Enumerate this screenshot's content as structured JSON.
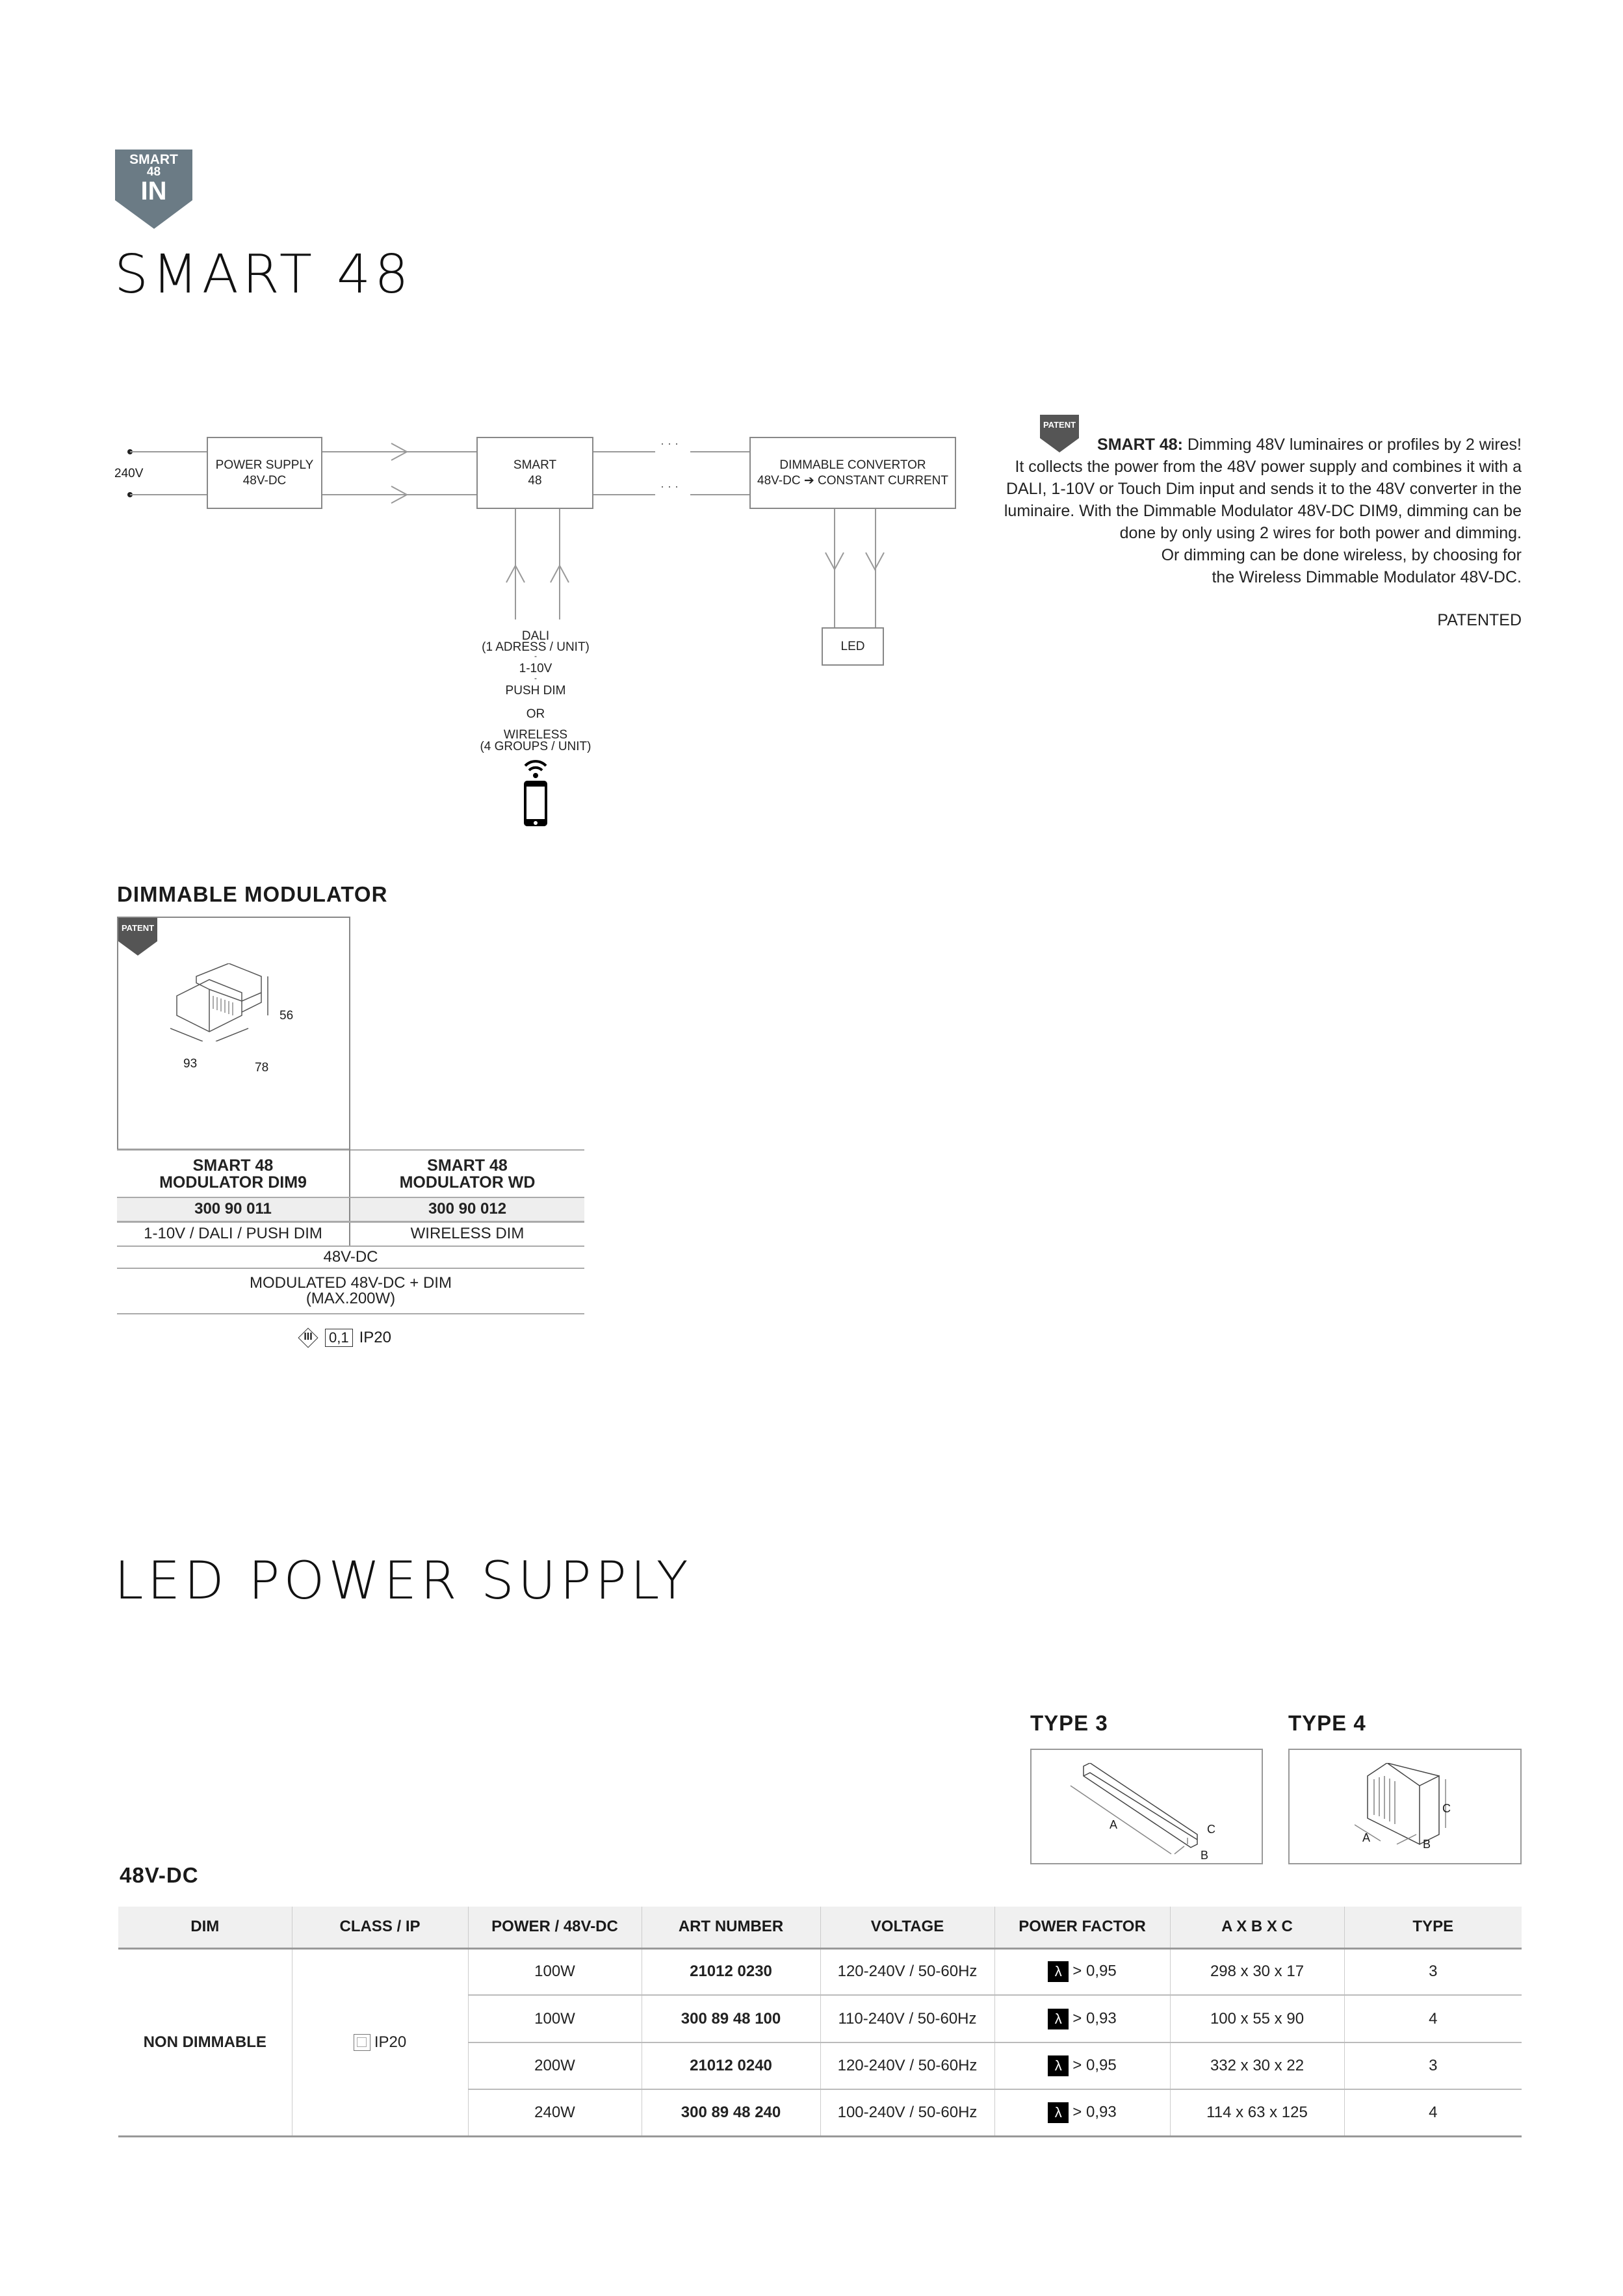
{
  "badge": {
    "line1": "SMART",
    "line2": "48",
    "line3": "IN"
  },
  "title": "SMART 48",
  "diagram": {
    "input": "240V",
    "power_supply": [
      "POWER SUPPLY",
      "48V-DC"
    ],
    "smart": [
      "SMART",
      "48"
    ],
    "ellipsis": "· · ·",
    "convertor": [
      "DIMMABLE CONVERTOR",
      "48V-DC ➔ CONSTANT CURRENT"
    ],
    "led": "LED",
    "inputs": [
      "DALI",
      "(1 ADRESS / UNIT)",
      "-",
      "1-10V",
      "-",
      "PUSH DIM",
      "OR",
      "WIRELESS",
      "(4 GROUPS / UNIT)"
    ]
  },
  "description": {
    "badge": "PATENT",
    "lead": "SMART 48:",
    "first": " Dimming 48V luminaires or profiles by 2 wires!",
    "lines": [
      "It collects the power from the 48V power supply and combines it with a",
      "DALI, 1-10V or Touch Dim input and sends it to the 48V converter in the",
      "luminaire. With the Dimmable Modulator 48V-DC DIM9, dimming can be",
      "done by only using 2 wires for both power and dimming.",
      "Or dimming can be done wireless, by choosing for",
      "the Wireless Dimmable Modulator 48V-DC."
    ],
    "patented": "PATENTED"
  },
  "modulator": {
    "heading": "DIMMABLE MODULATOR",
    "badge": "PATENT",
    "dims": {
      "h": "56",
      "w": "93",
      "d": "78"
    },
    "products": [
      {
        "name1": "SMART 48",
        "name2": "MODULATOR DIM9",
        "art": "300 90 011",
        "control": "1-10V / DALI / PUSH DIM"
      },
      {
        "name1": "SMART 48",
        "name2": "MODULATOR WD",
        "art": "300 90 012",
        "control": "WIRELESS DIM"
      }
    ],
    "input": "48V-DC",
    "output1": "MODULATED 48V-DC + DIM",
    "output2": "(MAX.200W)",
    "class": "III",
    "fuse": "0,1",
    "ip": "IP20"
  },
  "psu": {
    "title": "LED POWER SUPPLY",
    "type3": "TYPE 3",
    "type4": "TYPE 4",
    "labels": {
      "a": "A",
      "b": "B",
      "c": "C"
    },
    "subtitle": "48V-DC",
    "headers": [
      "DIM",
      "CLASS / IP",
      "POWER / 48V-DC",
      "ART NUMBER",
      "VOLTAGE",
      "POWER FACTOR",
      "A X B X C",
      "TYPE"
    ],
    "dim": "NON DIMMABLE",
    "ip": "IP20",
    "lambda": "λ",
    "rows": [
      {
        "power": "100W",
        "art": "21012 0230",
        "voltage": "120-240V / 50-60Hz",
        "pf": "> 0,95",
        "dims": "298 x 30 x 17",
        "type": "3"
      },
      {
        "power": "100W",
        "art": "300 89 48 100",
        "voltage": "110-240V / 50-60Hz",
        "pf": "> 0,93",
        "dims": "100 x 55 x 90",
        "type": "4"
      },
      {
        "power": "200W",
        "art": "21012 0240",
        "voltage": "120-240V / 50-60Hz",
        "pf": "> 0,95",
        "dims": "332 x 30 x 22",
        "type": "3"
      },
      {
        "power": "240W",
        "art": "300 89 48 240",
        "voltage": "100-240V / 50-60Hz",
        "pf": "> 0,93",
        "dims": "114 x 63 x 125",
        "type": "4"
      }
    ]
  }
}
